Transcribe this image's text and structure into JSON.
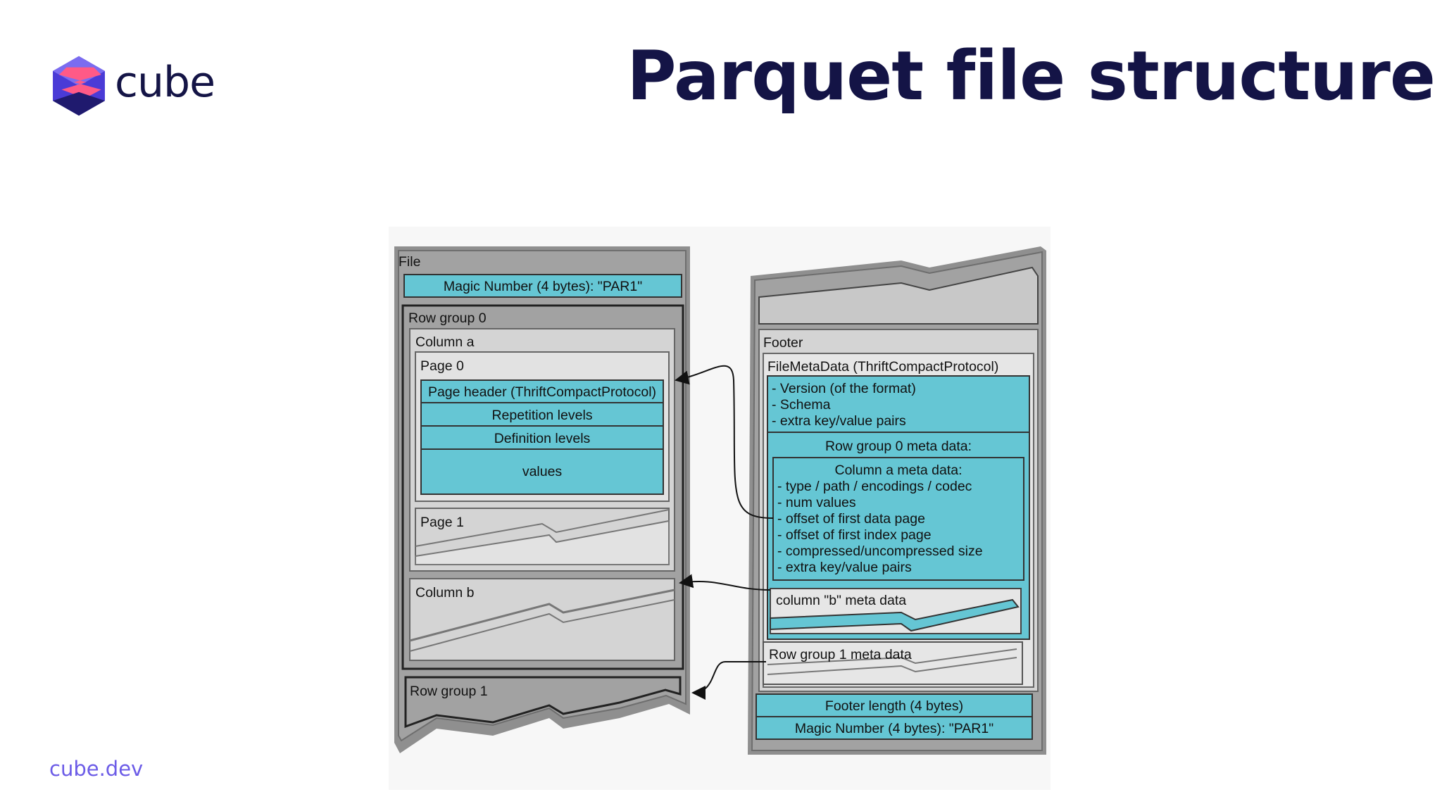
{
  "brand": {
    "name": "cube",
    "url": "cube.dev"
  },
  "title": "Parquet file structure",
  "diagram": {
    "file": {
      "label": "File",
      "magic_top": "Magic Number (4 bytes): \"PAR1\"",
      "row_group_0": "Row group 0",
      "column_a": "Column a",
      "page_0": "Page 0",
      "page_header": "Page header (ThriftCompactProtocol)",
      "repetition_levels": "Repetition levels",
      "definition_levels": "Definition levels",
      "values": "values",
      "page_1": "Page 1",
      "column_b": "Column b",
      "row_group_1": "Row group 1"
    },
    "footer": {
      "label": "Footer",
      "file_meta": "FileMetaData (ThriftCompactProtocol)",
      "file_meta_lines": [
        "- Version (of the format)",
        "- Schema",
        "- extra key/value pairs"
      ],
      "row_group_0_meta": "Row group 0 meta data:",
      "column_a_meta_title": "Column a meta data:",
      "column_a_meta_lines": [
        "- type / path / encodings / codec",
        "- num values",
        "- offset of first data page",
        "- offset of first index page",
        "- compressed/uncompressed size",
        "- extra key/value pairs"
      ],
      "column_b_meta": "column \"b\" meta data",
      "row_group_1_meta": "Row group 1 meta data",
      "footer_length": "Footer length (4 bytes)",
      "magic_bottom": "Magic Number (4 bytes): \"PAR1\""
    }
  },
  "colors": {
    "teal": "#65c6d4",
    "dark_gray": "#9e9e9e",
    "light_gray": "#d4d4d4",
    "navy": "#141446",
    "link": "#6c5ce7"
  }
}
